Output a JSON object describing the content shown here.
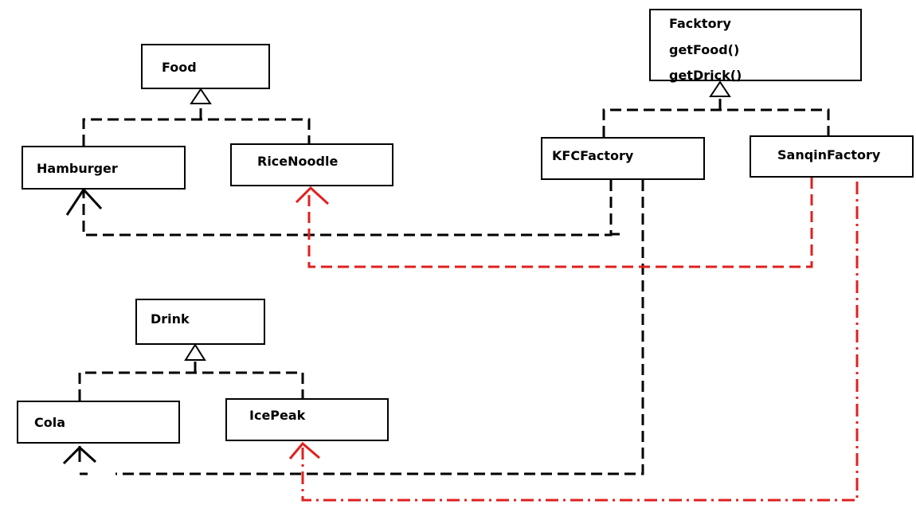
{
  "classes": {
    "food": "Food",
    "hamburger": "Hamburger",
    "rice_noodle": "RiceNoodle",
    "drink": "Drink",
    "cola": "Cola",
    "ice_peak": "IcePeak",
    "factory": {
      "name": "Facktory",
      "methods": [
        "getFood()",
        "getDrick()"
      ]
    },
    "kfc_factory": "KFCFactory",
    "sanqin_factory": "SanqinFactory"
  },
  "colors": {
    "box_border": "#000000",
    "kfc_dependency": "#000000",
    "sanqin_dependency": "#e02020"
  }
}
